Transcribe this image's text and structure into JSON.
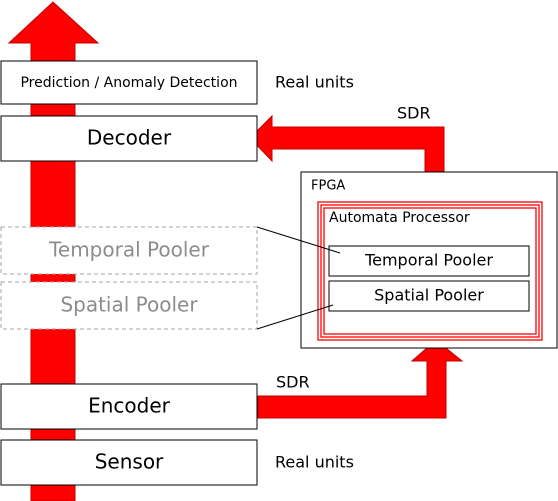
{
  "stack": {
    "prediction": "Prediction / Anomaly Detection",
    "decoder": "Decoder",
    "temporal_pooler": "Temporal Pooler",
    "spatial_pooler": "Spatial Pooler",
    "encoder": "Encoder",
    "sensor": "Sensor"
  },
  "annotations": {
    "real_units_top": "Real units",
    "real_units_bottom": "Real units",
    "sdr_top": "SDR",
    "sdr_bottom": "SDR"
  },
  "fpga": {
    "label": "FPGA",
    "automata": {
      "label": "Automata Processor",
      "temporal_pooler": "Temporal Pooler",
      "spatial_pooler": "Spatial Pooler"
    }
  },
  "colors": {
    "arrow_fill": "#ff0000",
    "arrow_stroke": "#c00000",
    "box_stroke": "#000000",
    "dashed_stroke": "#a6a6a6",
    "dashed_text": "#8c8c8c",
    "automata_border": "#ff0000"
  }
}
